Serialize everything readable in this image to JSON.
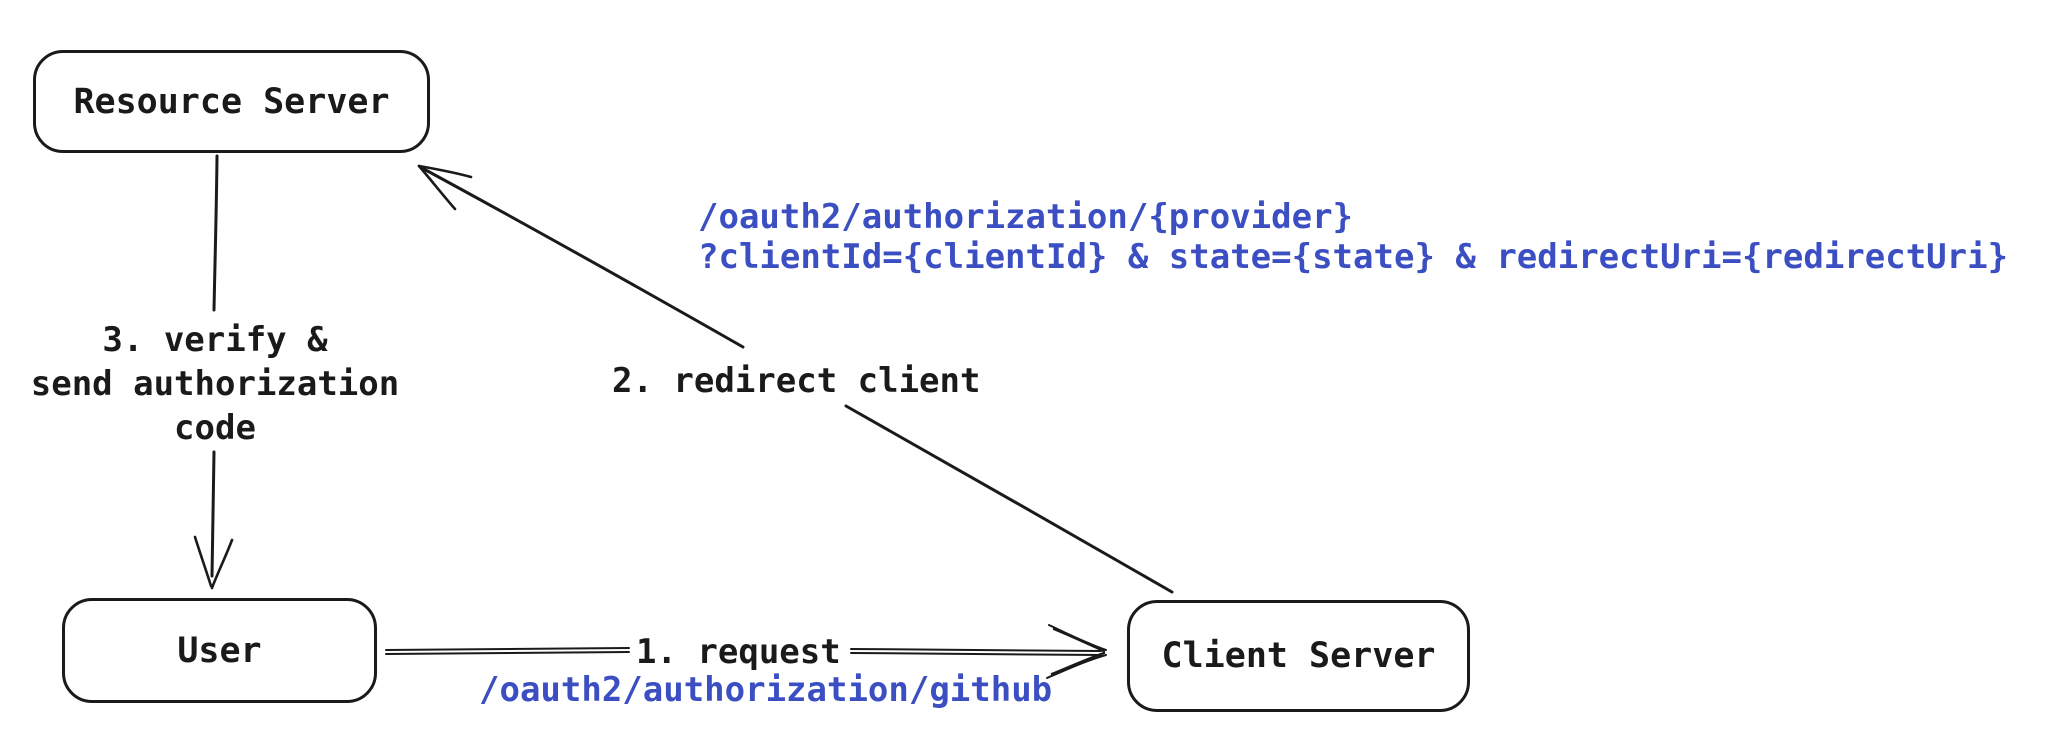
{
  "colors": {
    "stroke": "#1a1a1a",
    "code": "#3b4fc2",
    "background": "#ffffff"
  },
  "nodes": {
    "resource_server": {
      "label": "Resource Server"
    },
    "user": {
      "label": "User"
    },
    "client_server": {
      "label": "Client Server"
    }
  },
  "steps": {
    "request": {
      "label": "1. request",
      "url": "/oauth2/authorization/github"
    },
    "redirect": {
      "label": "2. redirect client",
      "url_lines": [
        "/oauth2/authorization/{provider}",
        "?clientId={clientId} & state={state} & redirectUri={redirectUri}"
      ]
    },
    "verify": {
      "label_lines": [
        "3. verify &",
        "send authorization",
        "code"
      ]
    }
  }
}
